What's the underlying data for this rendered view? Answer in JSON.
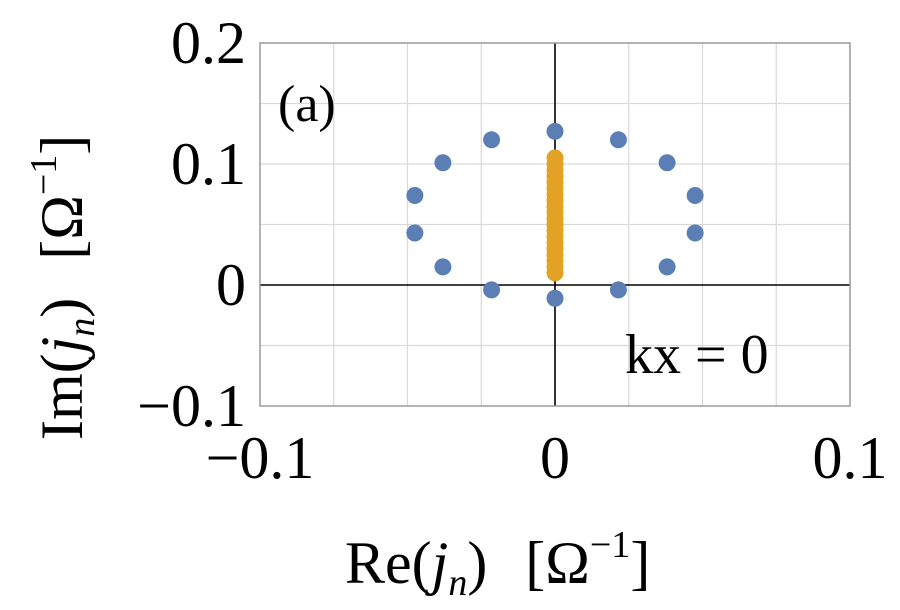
{
  "chart_data": {
    "type": "scatter",
    "panel_label": "(a)",
    "annotation": "kx = 0",
    "xlim": [
      -0.1,
      0.1
    ],
    "ylim": [
      -0.1,
      0.2
    ],
    "grid": true,
    "x_ticks": [
      {
        "value": -0.1,
        "label": "−0.1"
      },
      {
        "value": 0,
        "label": "0"
      },
      {
        "value": 0.1,
        "label": "0.1"
      }
    ],
    "y_ticks": [
      {
        "value": 0.2,
        "label": "0.2"
      },
      {
        "value": 0.1,
        "label": "0.1"
      },
      {
        "value": 0,
        "label": "0"
      },
      {
        "value": -0.1,
        "label": "−0.1"
      }
    ],
    "xlabel": {
      "prefix": "Re(",
      "var": "j",
      "sub": "n",
      "suffix": ")",
      "unit_open": "[Ω",
      "unit_exp": "−1",
      "unit_close": "]"
    },
    "ylabel": {
      "prefix": "Im(",
      "var": "j",
      "sub": "n",
      "suffix": ")",
      "unit_open": "[Ω",
      "unit_exp": "−1",
      "unit_close": "]"
    },
    "series": [
      {
        "color": "#5b7fb5",
        "points": [
          [
            0,
            0.127
          ],
          [
            0.0215,
            0.12
          ],
          [
            0.038,
            0.101
          ],
          [
            0.0475,
            0.074
          ],
          [
            0.0475,
            0.043
          ],
          [
            0.038,
            0.015
          ],
          [
            0.0215,
            -0.004
          ],
          [
            0,
            -0.011
          ],
          [
            -0.0215,
            -0.004
          ],
          [
            -0.038,
            0.015
          ],
          [
            -0.0475,
            0.043
          ],
          [
            -0.0475,
            0.074
          ],
          [
            -0.038,
            0.101
          ],
          [
            -0.0215,
            0.12
          ]
        ]
      },
      {
        "color": "#e3a125",
        "points": [
          [
            0,
            0.01
          ],
          [
            0,
            0.015
          ],
          [
            0,
            0.02
          ],
          [
            0,
            0.025
          ],
          [
            0,
            0.03
          ],
          [
            0,
            0.035
          ],
          [
            0,
            0.04
          ],
          [
            0,
            0.045
          ],
          [
            0,
            0.05
          ],
          [
            0,
            0.055
          ],
          [
            0,
            0.06
          ],
          [
            0,
            0.065
          ],
          [
            0,
            0.07
          ],
          [
            0,
            0.075
          ],
          [
            0,
            0.08
          ],
          [
            0,
            0.085
          ],
          [
            0,
            0.09
          ],
          [
            0,
            0.095
          ],
          [
            0,
            0.1
          ],
          [
            0,
            0.105
          ]
        ]
      }
    ]
  }
}
